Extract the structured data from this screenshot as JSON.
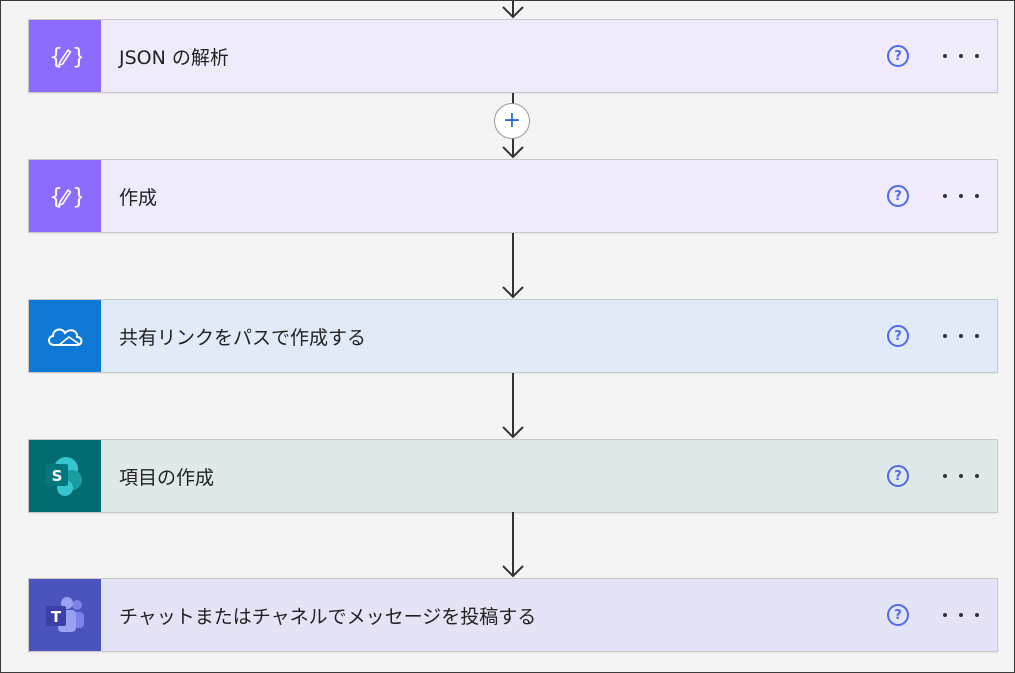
{
  "flow": {
    "steps": [
      {
        "title": "JSON の解析",
        "icon": "data-operation-icon",
        "card_bg": "#efebfb",
        "icon_bg": "#8c6cff"
      },
      {
        "title": "作成",
        "icon": "data-operation-icon",
        "card_bg": "#efebfb",
        "icon_bg": "#8c6cff"
      },
      {
        "title": "共有リンクをパスで作成する",
        "icon": "onedrive-icon",
        "card_bg": "#e1ebf7",
        "icon_bg": "#0f78d4"
      },
      {
        "title": "項目の作成",
        "icon": "sharepoint-icon",
        "card_bg": "#e0e9e9",
        "icon_bg": "#036c70"
      },
      {
        "title": "チャットまたはチャネルでメッセージを投稿する",
        "icon": "teams-icon",
        "card_bg": "#e5e4f6",
        "icon_bg": "#4b53bc"
      }
    ],
    "help_glyph": "?",
    "add_step_glyph": "+"
  }
}
